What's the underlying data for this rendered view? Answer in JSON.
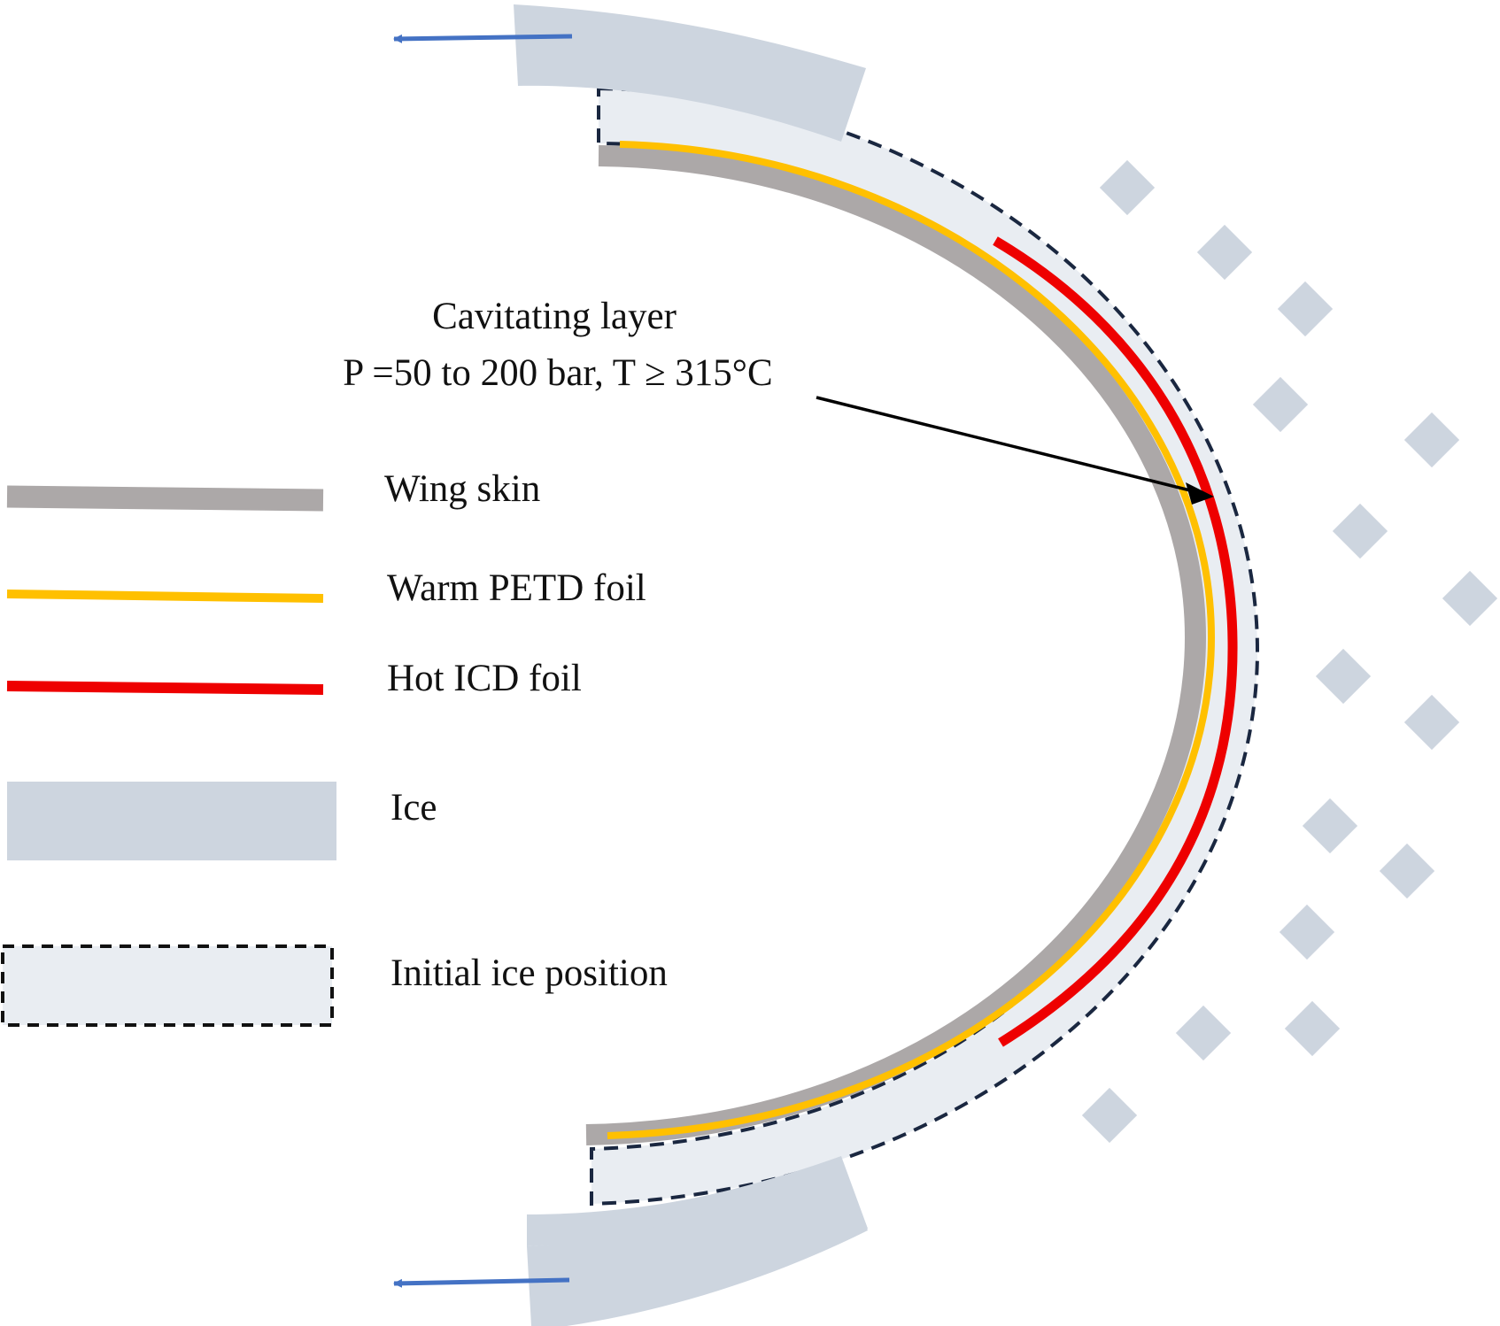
{
  "colors": {
    "wing_skin": "#aca8a8",
    "warm_foil": "#ffc000",
    "hot_foil": "#ee0000",
    "ice": "#cdd5df",
    "initial_ice": "#e9edf2",
    "initial_ice_border": "#1a2740",
    "arrow_blue": "#4472c4",
    "arrow_black": "#000000"
  },
  "callout": {
    "line1": "Cavitating layer",
    "line2": "P =50 to 200 bar, T ≥ 315°C"
  },
  "legend": {
    "wing_skin": "Wing skin",
    "warm_foil": "Warm PETD foil",
    "hot_foil": "Hot ICD foil",
    "ice": "Ice",
    "initial_ice": "Initial ice position"
  }
}
